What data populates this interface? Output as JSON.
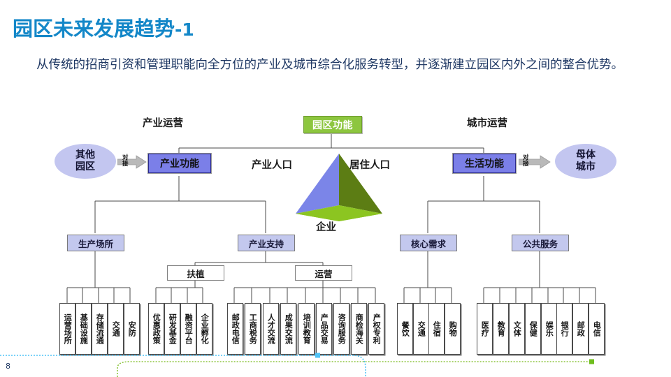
{
  "slide": {
    "title_main": "园区未来发展趋势",
    "title_suffix": "-1",
    "body": "从传统的招商引资和管理职能向全方位的产业及城市综合化服务转型，并逐渐建立园区内外之间的整合优势。",
    "page_number": "8",
    "colors": {
      "title_blue": "#1387C8",
      "body_navy": "#1F3864",
      "root_green": "#8DC63F",
      "node_blue": "#7B7FE8",
      "node_lavender": "#C3C8EE",
      "ellipse_lavender": "#C3C6F0",
      "pyramid_left": "#7B85E8",
      "pyramid_right": "#5C7D14",
      "pyramid_bottom": "#8CC521",
      "decor_blue": "#4FC3F7",
      "decor_green": "#8DC63F"
    }
  },
  "diagram": {
    "captions": {
      "industry_ops": "产业运营",
      "city_ops": "城市运营"
    },
    "root": {
      "label": "园区功能"
    },
    "pyramid": {
      "left_label": "产业人口",
      "right_label": "居住人口",
      "bottom_label": "企业"
    },
    "ellipses": {
      "left": {
        "line1": "其他",
        "line2": "园区"
      },
      "right": {
        "line1": "母体",
        "line2": "城市"
      }
    },
    "connectors": {
      "left": {
        "line1": "对",
        "line2": "接"
      },
      "right": {
        "line1": "对",
        "line2": "接"
      }
    },
    "branches": [
      {
        "label": "产业功能"
      },
      {
        "label": "生活功能"
      }
    ],
    "mid_nodes": [
      {
        "label": "生产场所"
      },
      {
        "label": "产业支持"
      },
      {
        "label": "核心需求"
      },
      {
        "label": "公共服务"
      }
    ],
    "sub_nodes": [
      {
        "label": "扶植"
      },
      {
        "label": "运营"
      }
    ],
    "leaf_groups": [
      {
        "parent": "生产场所",
        "items": [
          "运营场所",
          "基础设施",
          "存储流通",
          "交通",
          "安防"
        ]
      },
      {
        "parent": "扶植",
        "items": [
          "优惠政策",
          "研发基金",
          "融资平台",
          "企业孵化"
        ]
      },
      {
        "parent": "运营",
        "items": [
          "邮政电信",
          "工商税务",
          "人才交流",
          "成果交流",
          "培训教育",
          "产品交易",
          "咨询服务",
          "商检海关",
          "产权专利"
        ]
      },
      {
        "parent": "核心需求",
        "items": [
          "餐饮",
          "交通",
          "住宿",
          "购物"
        ]
      },
      {
        "parent": "公共服务",
        "items": [
          "医疗",
          "教育",
          "文体",
          "保健",
          "娱乐",
          "银行",
          "邮政",
          "电信"
        ]
      }
    ]
  }
}
